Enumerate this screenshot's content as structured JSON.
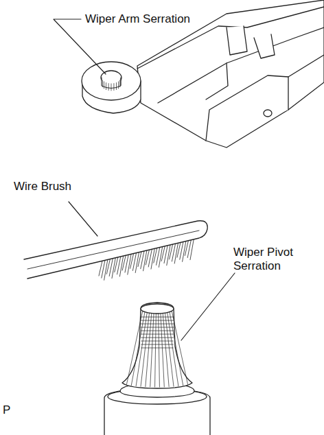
{
  "diagram": {
    "labels": [
      "Wiper Arm Serration",
      "Wire Brush",
      "Wiper Pivot Serration",
      "P"
    ]
  }
}
